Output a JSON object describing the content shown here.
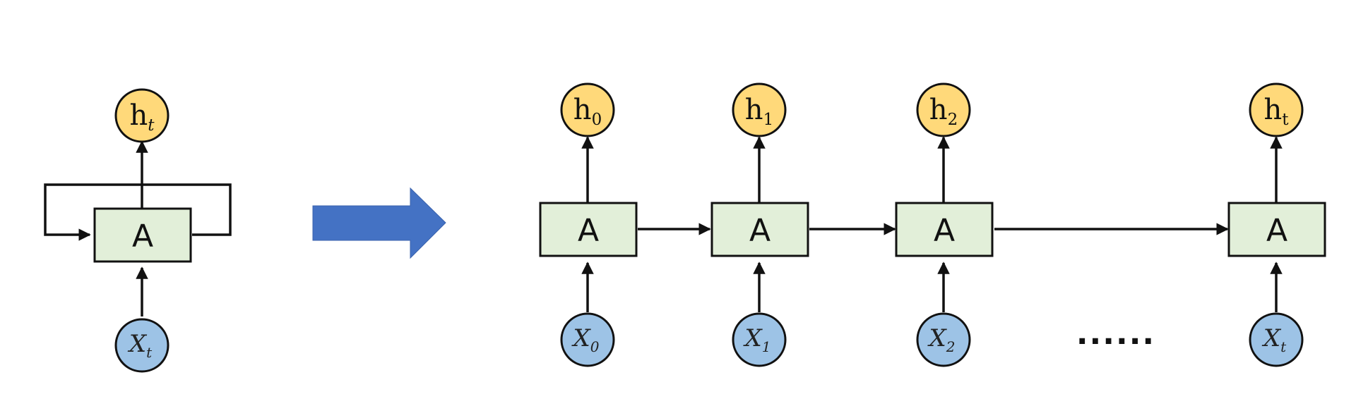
{
  "folded": {
    "cell_label": "A",
    "output": {
      "main": "h",
      "sub": "t"
    },
    "input": {
      "main": "X",
      "sub": "t"
    }
  },
  "unrolled": {
    "steps": [
      {
        "cell_label": "A",
        "output": {
          "main": "h",
          "sub": "0"
        },
        "input": {
          "main": "X",
          "sub": "0"
        }
      },
      {
        "cell_label": "A",
        "output": {
          "main": "h",
          "sub": "1"
        },
        "input": {
          "main": "X",
          "sub": "1"
        }
      },
      {
        "cell_label": "A",
        "output": {
          "main": "h",
          "sub": "2"
        },
        "input": {
          "main": "X",
          "sub": "2"
        }
      },
      {
        "cell_label": "A",
        "output": {
          "main": "h",
          "sub": "t"
        },
        "input": {
          "main": "X",
          "sub": "t"
        }
      }
    ],
    "ellipsis": "......"
  },
  "colors": {
    "cell_fill": "#e2efd9",
    "output_node_fill": "#ffd97a",
    "input_node_fill": "#9dc3e6",
    "arrow_fill": "#4472c4",
    "line": "#111111"
  },
  "icons": {
    "transform_arrow": "right-arrow-icon"
  }
}
